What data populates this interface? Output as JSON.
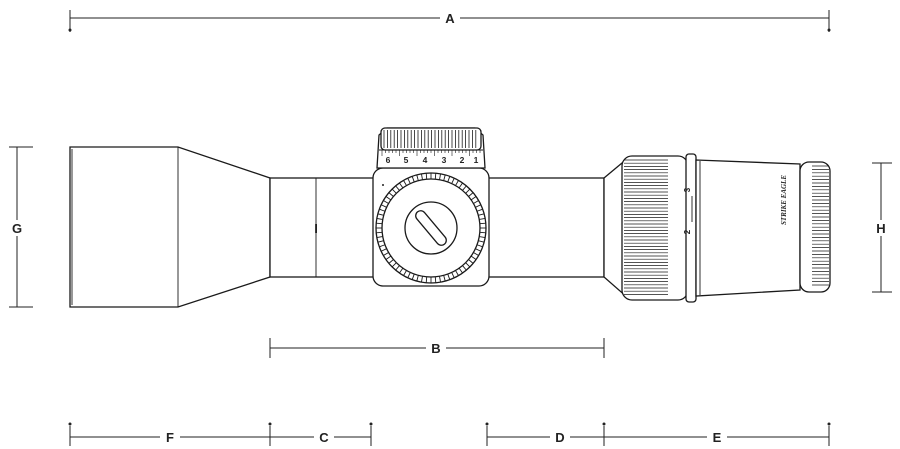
{
  "dimensions": {
    "A": "A",
    "B": "B",
    "C": "C",
    "D": "D",
    "E": "E",
    "F": "F",
    "G": "G",
    "H": "H",
    "I": "I"
  },
  "elevation_turret": {
    "numbers": [
      "6",
      "5",
      "4",
      "3",
      "2",
      "1"
    ]
  },
  "magnification_ring": {
    "numbers": [
      "3",
      "2"
    ]
  },
  "brand_text": "STRIKE EAGLE",
  "colors": {
    "line": "#1a1a1a",
    "background": "#ffffff"
  }
}
